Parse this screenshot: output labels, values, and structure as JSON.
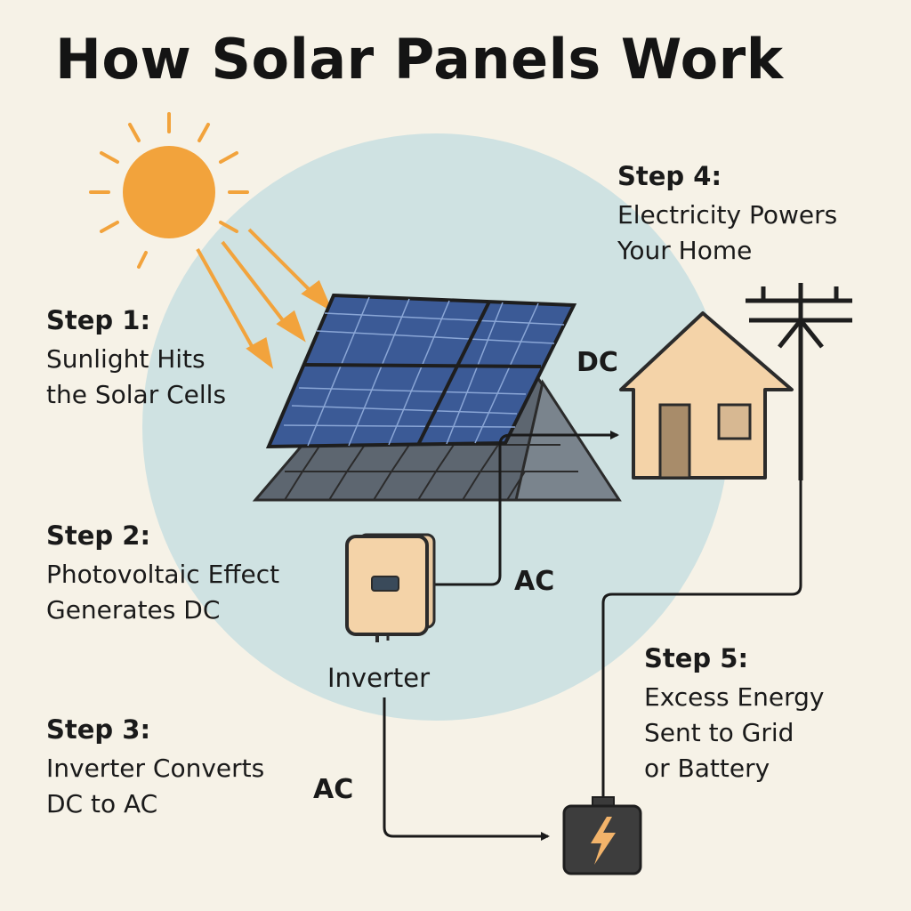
{
  "title": "How Solar Panels Work",
  "steps": [
    {
      "heading": "Step 1:",
      "text": "Sunlight Hits\nthe Solar Cells"
    },
    {
      "heading": "Step 2:",
      "text": "Photovoltaic Effect\nGenerates DC"
    },
    {
      "heading": "Step 3:",
      "text": "Inverter Converts\nDC to AC"
    },
    {
      "heading": "Step 4:",
      "text": "Electricity Powers\nYour Home"
    },
    {
      "heading": "Step 5:",
      "text": "Excess Energy\nSent to Grid\nor Battery"
    }
  ],
  "labels": {
    "dc": "DC",
    "ac_inverter": "AC",
    "ac_left": "AC",
    "inverter": "Inverter"
  },
  "colors": {
    "background": "#f6f2e7",
    "circle": "#cfe2e2",
    "sun": "#f2a33c",
    "panel": "#3b5a96",
    "roof": "#5d6670",
    "house": "#f4d3a8",
    "battery": "#3a3a3a"
  },
  "icons": [
    "sun-icon",
    "solar-panel-icon",
    "house-icon",
    "power-pole-icon",
    "inverter-icon",
    "battery-icon",
    "lightning-icon"
  ]
}
